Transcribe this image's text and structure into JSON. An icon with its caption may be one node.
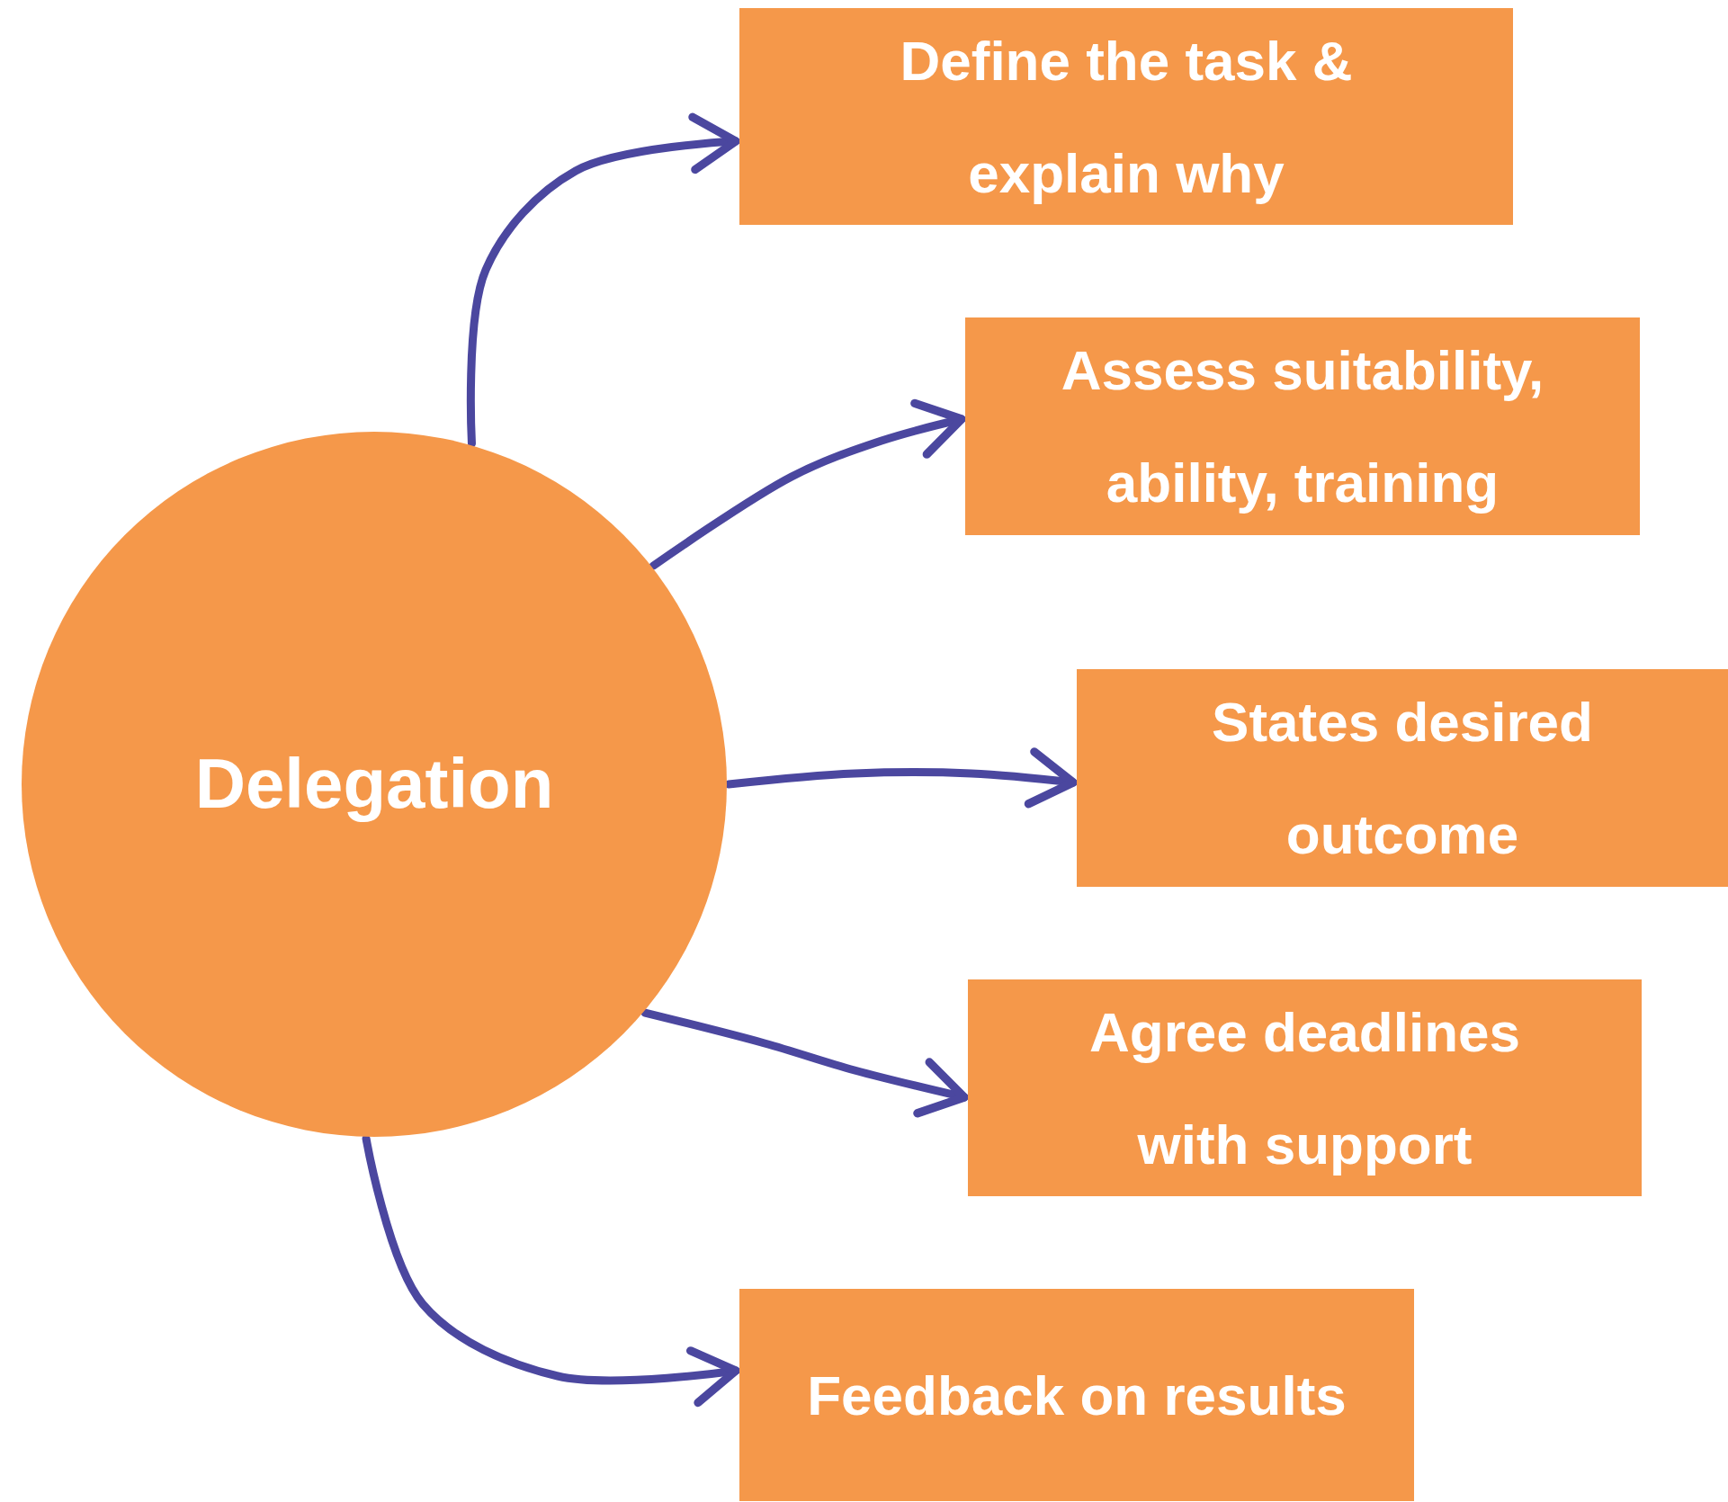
{
  "diagram": {
    "nodes": [
      {
        "text": [
          "Delegation"
        ]
      },
      {
        "text": [
          "Define the task & explain why"
        ]
      },
      {
        "text": [
          "Assess suitability, ability, training"
        ]
      },
      {
        "text": [
          "States desired outcome"
        ]
      },
      {
        "text": [
          "Agree deadlines with support"
        ]
      },
      {
        "text": [
          "Feedback on results"
        ]
      }
    ],
    "edges": [
      {
        "from": 0,
        "to": 1,
        "arrow": "to"
      },
      {
        "from": 0,
        "to": 2,
        "arrow": "to"
      },
      {
        "from": 0,
        "to": 3,
        "arrow": "to"
      },
      {
        "from": 0,
        "to": 4,
        "arrow": "to"
      },
      {
        "from": 0,
        "to": 5,
        "arrow": "to"
      }
    ]
  }
}
